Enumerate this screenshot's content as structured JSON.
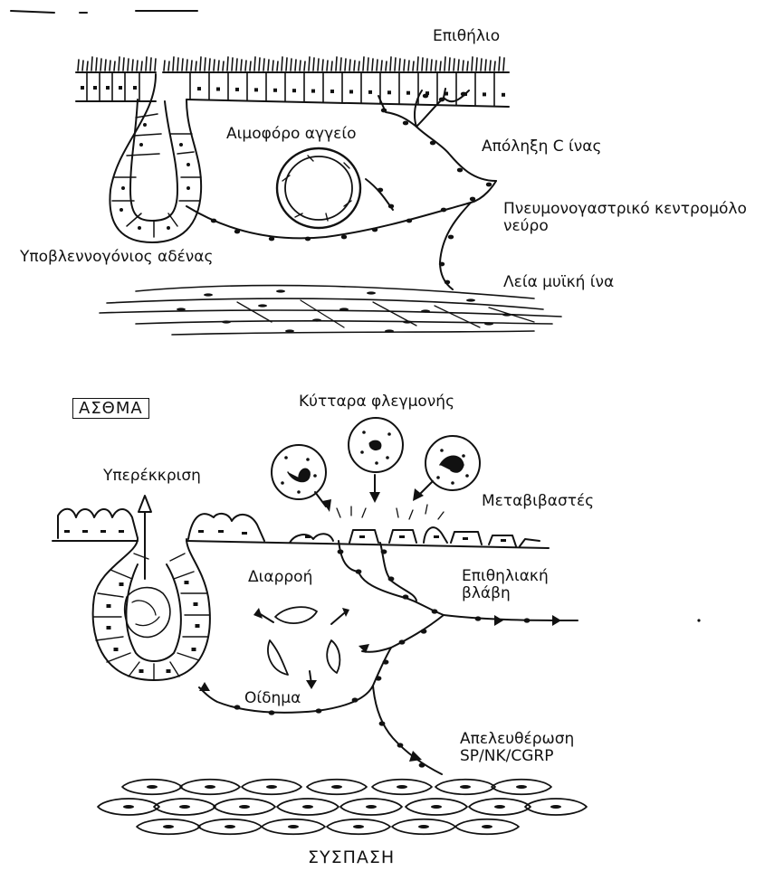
{
  "top_panel": {
    "labels": {
      "epithelium": "Επιθήλιο",
      "blood_vessel": "Αιμοφόρο αγγείο",
      "c_fiber_ending": "Απόληξη C ίνας",
      "vagal_afferent_nerve": "Πνευμονογαστρικό κεντρομόλο\nνεύρο",
      "submucosal_gland": "Υποβλεννογόνιος αδένας",
      "smooth_muscle_fiber": "Λεία μυϊκή ίνα"
    }
  },
  "bottom_panel": {
    "boxed_title": "ΑΣΘΜΑ",
    "labels": {
      "inflammatory_cells": "Κύτταρα φλεγμονής",
      "hypersecretion": "Υπερέκκριση",
      "mediators": "Μεταβιβαστές",
      "leakage": "Διαρροή",
      "epithelial_damage": "Επιθηλιακή\nβλάβη",
      "edema": "Οίδημα",
      "release_neuropeptides": "Απελευθέρωση\nSP/NK/CGRP",
      "contraction": "ΣΥΣΠΑΣΗ"
    }
  }
}
